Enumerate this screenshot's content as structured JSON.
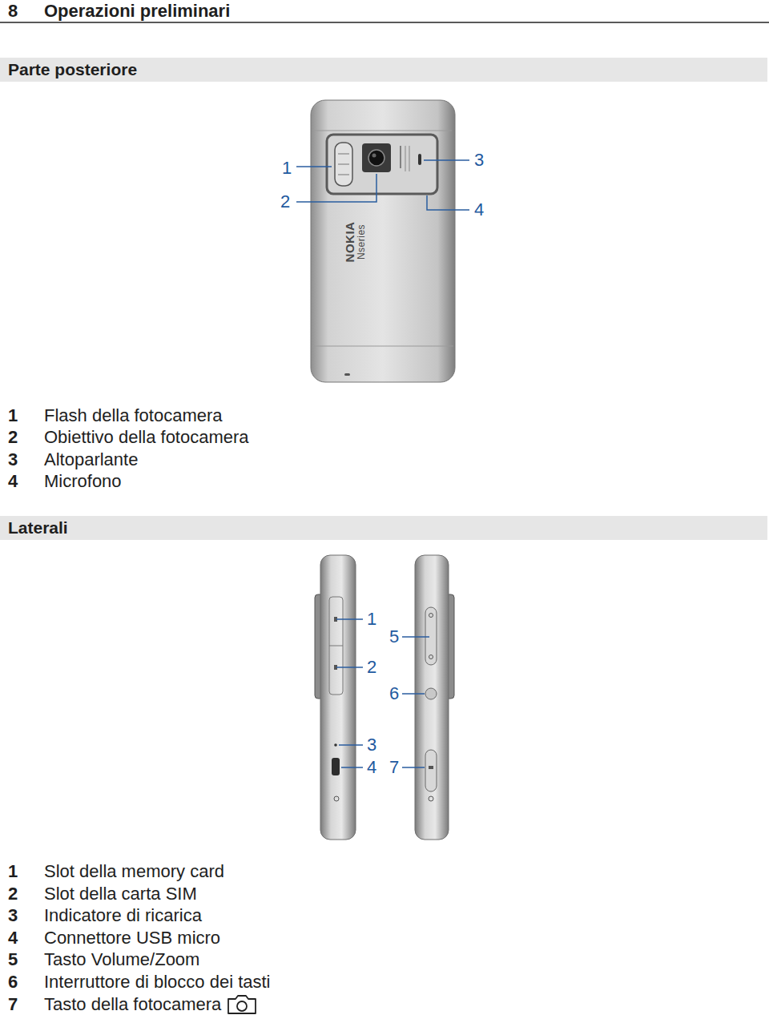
{
  "diagram": {
    "title": "Operazioni preliminari",
    "nodes": [
      {
        "text": [
          "Parte posteriore"
        ]
      },
      {
        "text": [
          "Laterali"
        ]
      }
    ],
    "labels": [
      "8",
      "1",
      "2",
      "3",
      "4",
      "NOKIA",
      "Nseries",
      "1",
      "Flash della fotocamera",
      "2",
      "Obiettivo della fotocamera",
      "3",
      "Altoparlante",
      "4",
      "Microfono",
      "1",
      "2",
      "3",
      "4",
      "5",
      "6",
      "7",
      "1",
      "Slot della memory card",
      "2",
      "Slot della carta SIM",
      "3",
      "Indicatore di ricarica",
      "4",
      "Connettore USB micro",
      "5",
      "Tasto Volume/Zoom",
      "6",
      "Interruttore di blocco dei tasti",
      "7",
      "Tasto della fotocamera"
    ]
  }
}
